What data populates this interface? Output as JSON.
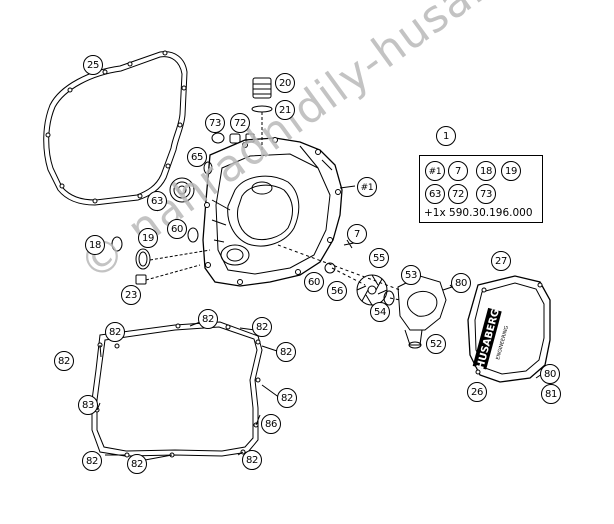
{
  "watermark": "© nahradnidily-husaberg.cz",
  "labels": {
    "l25": "25",
    "l20": "20",
    "l21": "21",
    "l73a": "73",
    "l72a": "72",
    "l65": "65",
    "l63": "63",
    "l60": "60",
    "l18": "18",
    "l19": "19",
    "l23": "23",
    "l7": "7",
    "lhash1": "#1",
    "l55": "55",
    "l53": "53",
    "l80a": "80",
    "l60b": "60",
    "l56": "56",
    "l54": "54",
    "l52": "52",
    "l27": "27",
    "l26": "26",
    "l80b": "80",
    "l81": "81",
    "l82a": "82",
    "l82b": "82",
    "l82c": "82",
    "l82d": "82",
    "l82e": "82",
    "l82f": "82",
    "l82g": "82",
    "l82h": "82",
    "l83": "83",
    "l86": "86"
  },
  "kit": {
    "number": "1",
    "items": [
      "#1",
      "7",
      "18",
      "19",
      "63",
      "72",
      "73"
    ],
    "note": "+1x 590.30.196.000"
  },
  "cover_logo": "HUSABERG",
  "cover_logo_sub": "ENGINEERING"
}
